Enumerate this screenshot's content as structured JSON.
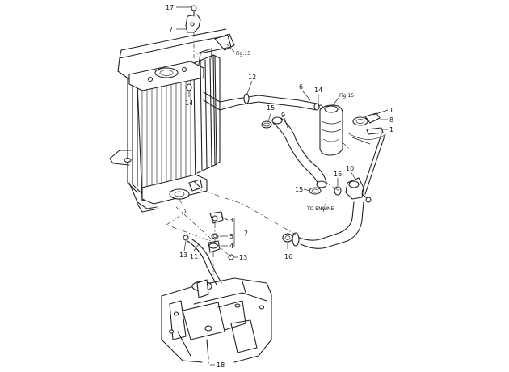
{
  "callouts": {
    "c17": "17",
    "c7": "7",
    "c12": "12",
    "c6": "6",
    "c14a": "14",
    "c14b": "14",
    "c15a": "15",
    "c9": "9",
    "c1a": "1",
    "c8": "8",
    "c1b": "1",
    "c10": "10",
    "c16a": "16",
    "c15b": "15",
    "c3": "3",
    "c2": "2",
    "c5": "5",
    "c4": "4",
    "c13a": "13",
    "c11": "11",
    "c13b": "13",
    "c16b": "16",
    "c18": "18"
  },
  "references": {
    "fig_radiator": "Fig.15",
    "fig_tank": "Fig.15",
    "to_engine": "TO ENGINE"
  }
}
